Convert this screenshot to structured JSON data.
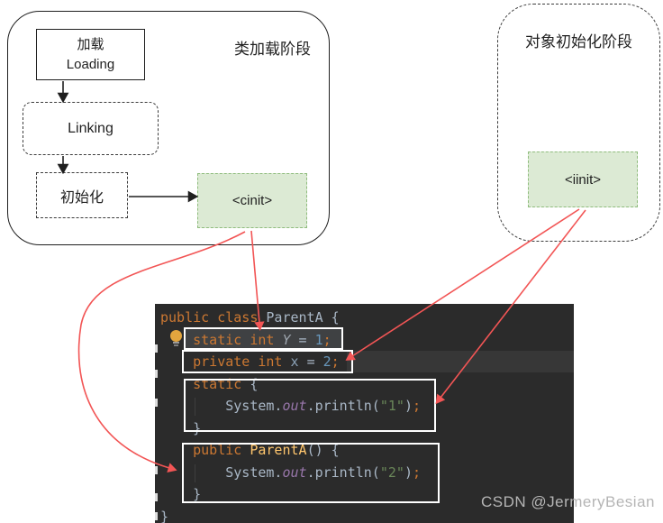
{
  "class_loading_panel": {
    "title": "类加载阶段",
    "loading_box": {
      "line1": "加载",
      "line2": "Loading"
    },
    "linking_box": "Linking",
    "init_box": "初始化",
    "cinit_box": "<cinit>"
  },
  "object_init_panel": {
    "title": "对象初始化阶段",
    "iinit_box": "<iinit>"
  },
  "code_editor": {
    "language": "java",
    "lines": [
      {
        "tokens": [
          {
            "t": "public class ",
            "c": "kw"
          },
          {
            "t": "ParentA {",
            "c": "pl"
          }
        ]
      },
      {
        "tokens": [
          {
            "t": "    ",
            "c": "pl"
          },
          {
            "t": "static int ",
            "c": "kw"
          },
          {
            "t": "Y ",
            "c": "sf"
          },
          {
            "t": "= ",
            "c": "pl"
          },
          {
            "t": "1",
            "c": "num"
          },
          {
            "t": ";",
            "c": "semi"
          }
        ]
      },
      {
        "tokens": [
          {
            "t": "    ",
            "c": "pl"
          },
          {
            "t": "private int ",
            "c": "kw"
          },
          {
            "t": "x ",
            "c": "fld"
          },
          {
            "t": "= ",
            "c": "pl"
          },
          {
            "t": "2",
            "c": "num"
          },
          {
            "t": ";",
            "c": "semi"
          }
        ]
      },
      {
        "tokens": [
          {
            "t": "    ",
            "c": "pl"
          },
          {
            "t": "static ",
            "c": "kw"
          },
          {
            "t": "{",
            "c": "pl"
          }
        ]
      },
      {
        "tokens": [
          {
            "t": "        ",
            "c": "pl"
          },
          {
            "t": "System.",
            "c": "pl"
          },
          {
            "t": "out",
            "c": "out"
          },
          {
            "t": ".println(",
            "c": "pl"
          },
          {
            "t": "\"1\"",
            "c": "str"
          },
          {
            "t": ")",
            "c": "pl"
          },
          {
            "t": ";",
            "c": "semi"
          }
        ]
      },
      {
        "tokens": [
          {
            "t": "    ",
            "c": "pl"
          },
          {
            "t": "}",
            "c": "pl"
          }
        ]
      },
      {
        "tokens": [
          {
            "t": "    ",
            "c": "pl"
          },
          {
            "t": "public ",
            "c": "kw"
          },
          {
            "t": "ParentA",
            "c": "ctor"
          },
          {
            "t": "() {",
            "c": "pl"
          }
        ]
      },
      {
        "tokens": [
          {
            "t": "        ",
            "c": "pl"
          },
          {
            "t": "System.",
            "c": "pl"
          },
          {
            "t": "out",
            "c": "out"
          },
          {
            "t": ".println(",
            "c": "pl"
          },
          {
            "t": "\"2\"",
            "c": "str"
          },
          {
            "t": ")",
            "c": "pl"
          },
          {
            "t": ";",
            "c": "semi"
          }
        ]
      },
      {
        "tokens": [
          {
            "t": "    ",
            "c": "pl"
          },
          {
            "t": "}",
            "c": "pl"
          }
        ]
      },
      {
        "tokens": [
          {
            "t": "}",
            "c": "pl"
          }
        ]
      }
    ]
  },
  "watermark": "CSDN @JermeryBesian",
  "colors": {
    "red_arrow": "#f25555",
    "green_box_fill": "#dcead4",
    "green_box_border": "#8fbc7d",
    "editor_background": "#2b2b2b",
    "keyword": "#cc7832",
    "number": "#6897bb",
    "string": "#6a8759",
    "highlight_line": "#3f4143"
  }
}
